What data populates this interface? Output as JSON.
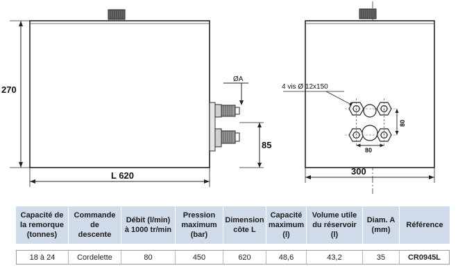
{
  "drawing": {
    "height_label": "270",
    "length_label": "L 620",
    "diameter_label": "ØA",
    "offset_label": "85",
    "screws_label": "4 vis Ø 12x150",
    "spacing_v_label": "80",
    "spacing_h_label": "80",
    "width_label": "300"
  },
  "table": {
    "headers": [
      "Capacité de\nla remorque\n(tonnes)",
      "Commande de\ndescente",
      "Débit (l/min)\nà 1000 tr/min",
      "Pression\nmaximum\n(bar)",
      "Dimension\ncôte L",
      "Capacité\nmaximum\n(l)",
      "Volume utile\ndu réservoir (l)",
      "Diam. A\n(mm)",
      "Référence"
    ],
    "row": [
      "18 à 24",
      "Cordelette",
      "80",
      "450",
      "620",
      "48,6",
      "43,2",
      "35",
      "CR0945L"
    ]
  }
}
